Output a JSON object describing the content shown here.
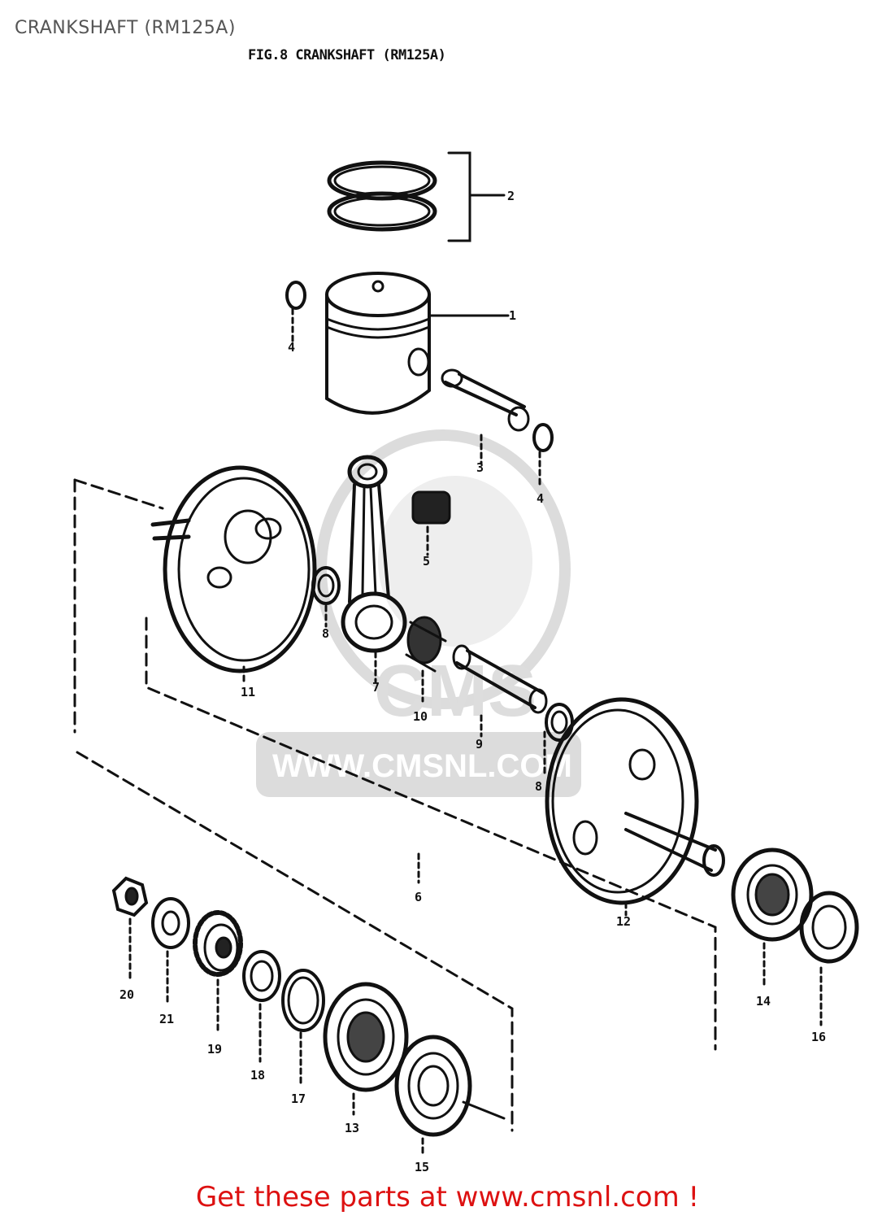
{
  "page_title": "CRANKSHAFT (RM125A)",
  "fig_heading": "FIG.8  CRANKSHAFT (RM125A)",
  "watermark": {
    "text": "WWW.CMSNL.COM",
    "logo_text": "CMS",
    "color": "#dcdcdc"
  },
  "parts": [
    {
      "number": "1"
    },
    {
      "number": "2"
    },
    {
      "number": "3"
    },
    {
      "number": "4"
    },
    {
      "number": "4"
    },
    {
      "number": "5"
    },
    {
      "number": "6"
    },
    {
      "number": "7"
    },
    {
      "number": "8"
    },
    {
      "number": "8"
    },
    {
      "number": "9"
    },
    {
      "number": "10"
    },
    {
      "number": "11"
    },
    {
      "number": "12"
    },
    {
      "number": "13"
    },
    {
      "number": "14"
    },
    {
      "number": "15"
    },
    {
      "number": "16"
    },
    {
      "number": "17"
    },
    {
      "number": "18"
    },
    {
      "number": "19"
    },
    {
      "number": "20"
    },
    {
      "number": "21"
    }
  ],
  "footer": {
    "text": "Get these parts at www.cmsnl.com !",
    "color": "#dd1111"
  }
}
